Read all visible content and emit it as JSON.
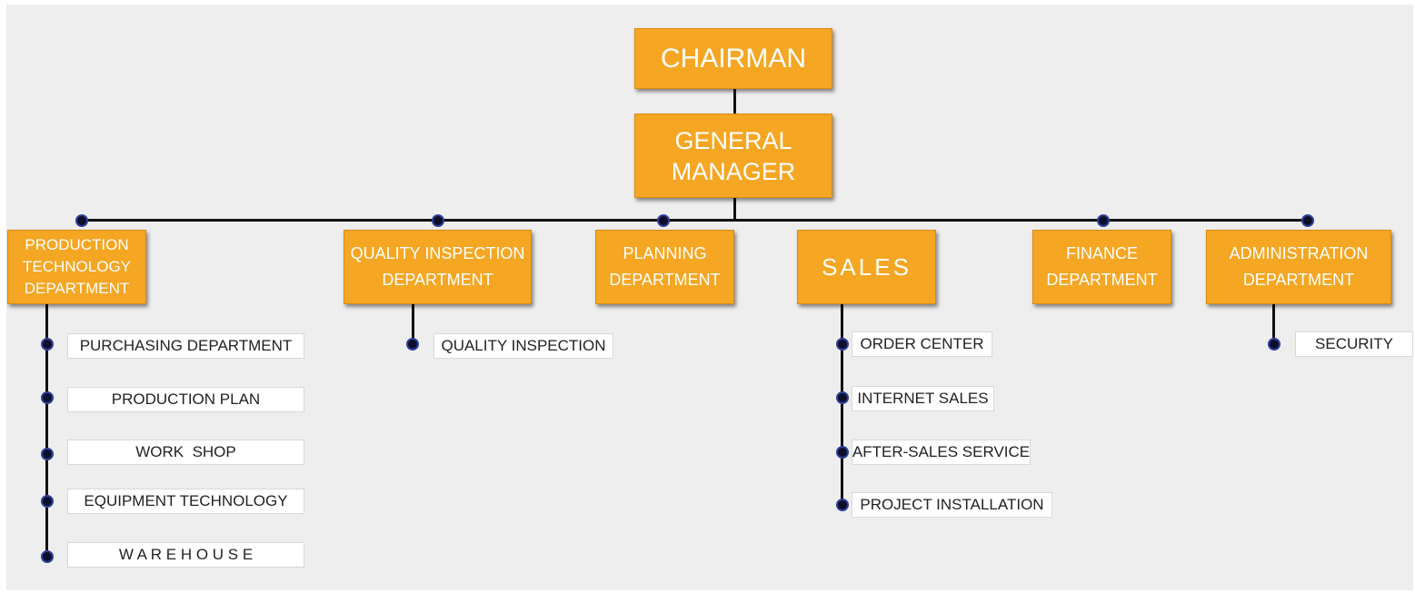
{
  "chart": {
    "top": {
      "chairman": "CHAIRMAN",
      "general_manager": "GENERAL\nMANAGER"
    },
    "departments": [
      {
        "label": "PRODUCTION\nTECHNOLOGY\nDEPARTMENT"
      },
      {
        "label": "QUALITY INSPECTION\nDEPARTMENT"
      },
      {
        "label": "PLANNING\nDEPARTMENT"
      },
      {
        "label": "SALES"
      },
      {
        "label": "FINANCE\nDEPARTMENT"
      },
      {
        "label": "ADMINISTRATION\nDEPARTMENT"
      }
    ],
    "production_units": [
      "PURCHASING DEPARTMENT",
      "PRODUCTION PLAN",
      "WORK  SHOP",
      "EQUIPMENT TECHNOLOGY",
      "W A R E H O U S E"
    ],
    "quality_units": [
      "QUALITY INSPECTION"
    ],
    "sales_units": [
      "ORDER CENTER",
      "INTERNET SALES",
      "AFTER-SALES SERVICE",
      "PROJECT INSTALLATION"
    ],
    "administration_units": [
      "SECURITY"
    ]
  },
  "colors": {
    "box_fill": "#f5a623",
    "box_text": "#ffffff",
    "connector": "#111111",
    "node_dot": "#0d0f2a",
    "background": "#eeeeee"
  }
}
